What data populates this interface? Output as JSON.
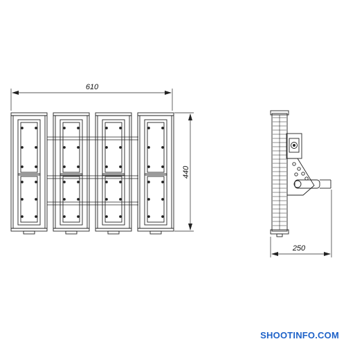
{
  "front_view": {
    "module_count": 4,
    "width_label": "610",
    "height_label": "440"
  },
  "side_view": {
    "depth_label": "250"
  },
  "watermark": "SHOOTINFO.COM",
  "colors": {
    "line": "#222222",
    "hatch": "#555555",
    "watermark": "#1e62c8"
  }
}
